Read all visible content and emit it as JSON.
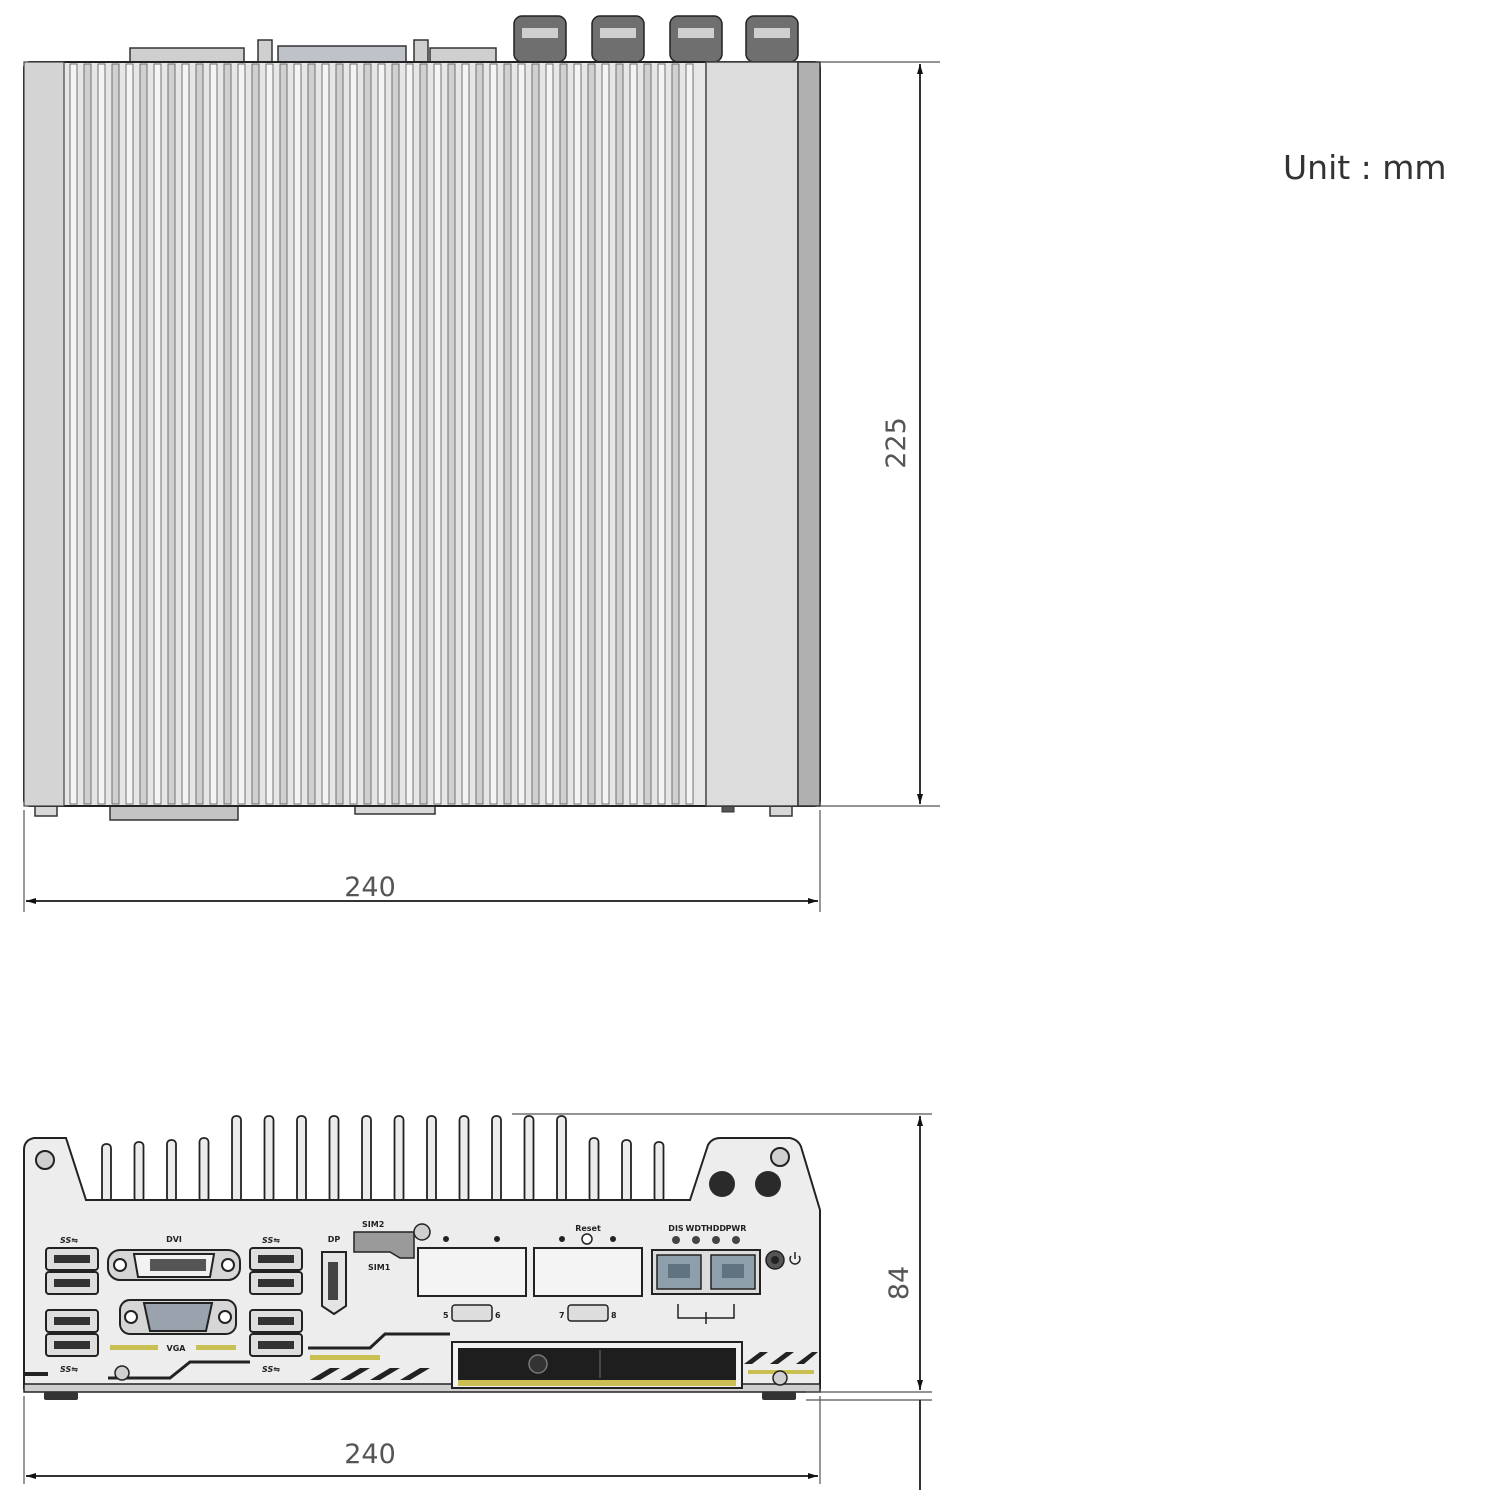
{
  "unit_label": "Unit : mm",
  "top_view": {
    "width_label": "240",
    "depth_label": "225"
  },
  "front_view": {
    "width_label": "240",
    "height_label": "84",
    "port_labels": {
      "dvi": "DVI",
      "vga": "VGA",
      "dp": "DP",
      "sim2": "SIM2",
      "sim1": "SIM1",
      "reset": "Reset",
      "led1": "DIS",
      "led2": "WDT",
      "led3": "HDD",
      "led4": "PWR",
      "com_left_a": "5",
      "com_left_b": "6",
      "com_right_a": "7",
      "com_right_b": "8"
    }
  },
  "colors": {
    "body_fill": "#e6e6e6",
    "fin_dark": "#8a8a8a",
    "accent_yellow": "#c9bf52",
    "line": "#333333"
  },
  "icons": [
    "usb3-icon",
    "power-icon",
    "lan-icon"
  ]
}
